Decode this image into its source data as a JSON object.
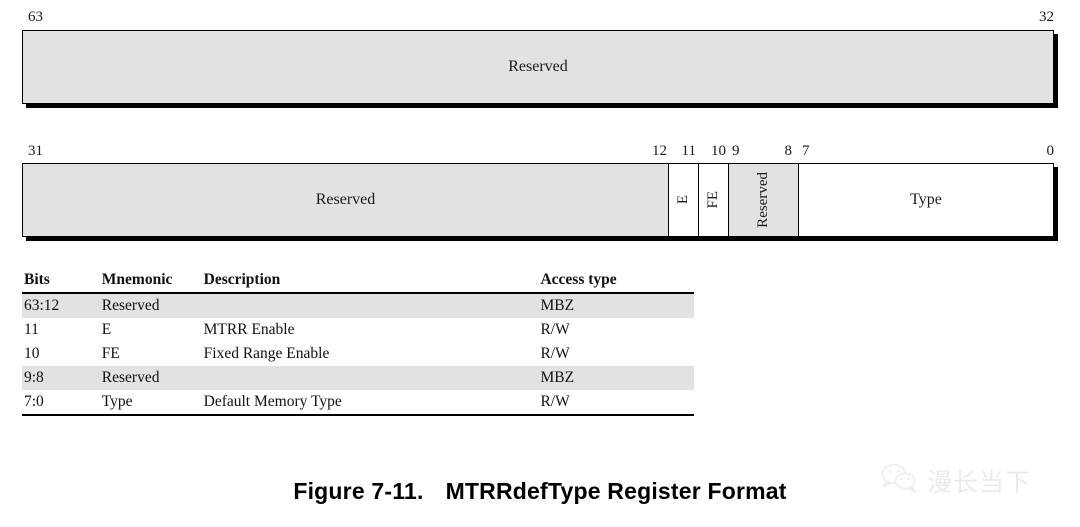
{
  "figure": {
    "number": "Figure 7-11.",
    "title": "MTRRdefType Register Format"
  },
  "registers": [
    {
      "name": "upper-dword",
      "left_tick": "63",
      "right_tick": "32",
      "fields": [
        {
          "label": "Reserved",
          "orientation": "horizontal",
          "shaded": true
        }
      ]
    },
    {
      "name": "lower-dword",
      "left_tick": "31",
      "ticks": [
        "12",
        "11",
        "10",
        "9",
        "8",
        "7"
      ],
      "right_tick": "0",
      "fields": [
        {
          "label": "Reserved",
          "orientation": "horizontal",
          "shaded": true
        },
        {
          "label": "E",
          "orientation": "vertical",
          "shaded": false
        },
        {
          "label": "FE",
          "orientation": "vertical",
          "shaded": false
        },
        {
          "label": "Reserved",
          "orientation": "vertical",
          "shaded": true
        },
        {
          "label": "Type",
          "orientation": "horizontal",
          "shaded": false
        }
      ]
    }
  ],
  "table": {
    "headers": [
      "Bits",
      "Mnemonic",
      "Description",
      "Access type"
    ],
    "rows": [
      {
        "bits": "63:12",
        "mnemonic": "Reserved",
        "description": "",
        "access": "MBZ"
      },
      {
        "bits": "11",
        "mnemonic": "E",
        "description": "MTRR Enable",
        "access": "R/W"
      },
      {
        "bits": "10",
        "mnemonic": "FE",
        "description": "Fixed Range Enable",
        "access": "R/W"
      },
      {
        "bits": "9:8",
        "mnemonic": "Reserved",
        "description": "",
        "access": "MBZ"
      },
      {
        "bits": "7:0",
        "mnemonic": "Type",
        "description": "Default Memory Type",
        "access": "R/W"
      }
    ]
  },
  "watermark": {
    "icon": "wechat-logo",
    "text": "漫长当下"
  },
  "colors": {
    "reserved_fill": "#e2e2e2",
    "active_fill": "#ffffff",
    "border": "#000000",
    "watermark_text": "#b9bcc2"
  }
}
